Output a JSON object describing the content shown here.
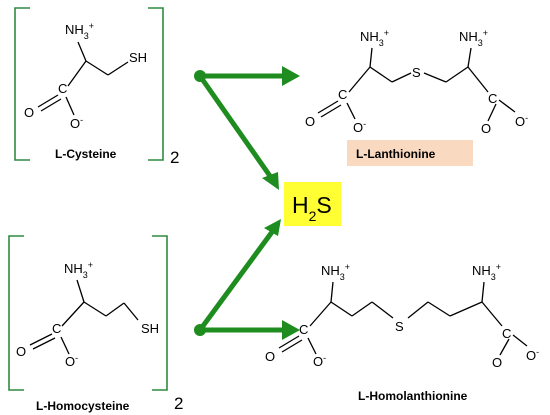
{
  "diagram": {
    "product": "H2S",
    "product_parts": {
      "main": "H",
      "sub": "2",
      "rest": "S"
    },
    "colors": {
      "arrow": "#1e8c1e",
      "bracket": "#2e8b3e",
      "h2s_box": "#ffff33",
      "lanthionine_box": "#f9d9c0"
    },
    "reactants": [
      {
        "name": "L-Cysteine",
        "coefficient": "2",
        "amine": "NH3+",
        "thiol": "SH",
        "carboxylate": "O-"
      },
      {
        "name": "L-Homocysteine",
        "coefficient": "2",
        "amine": "NH3+",
        "thiol": "SH",
        "carboxylate": "O-"
      }
    ],
    "products": [
      {
        "name": "L-Lanthionine",
        "highlighted": true,
        "amine": "NH3+",
        "sulfur": "S",
        "carboxylate": "O-"
      },
      {
        "name": "L-Homolanthionine",
        "highlighted": false,
        "amine": "NH3+",
        "sulfur": "S",
        "carboxylate": "O-"
      }
    ],
    "atom_labels": {
      "nh": "NH",
      "sub3": "3",
      "plus": "+",
      "sh": "SH",
      "s": "S",
      "o": "O",
      "o_minus": "-",
      "c": "C"
    }
  }
}
